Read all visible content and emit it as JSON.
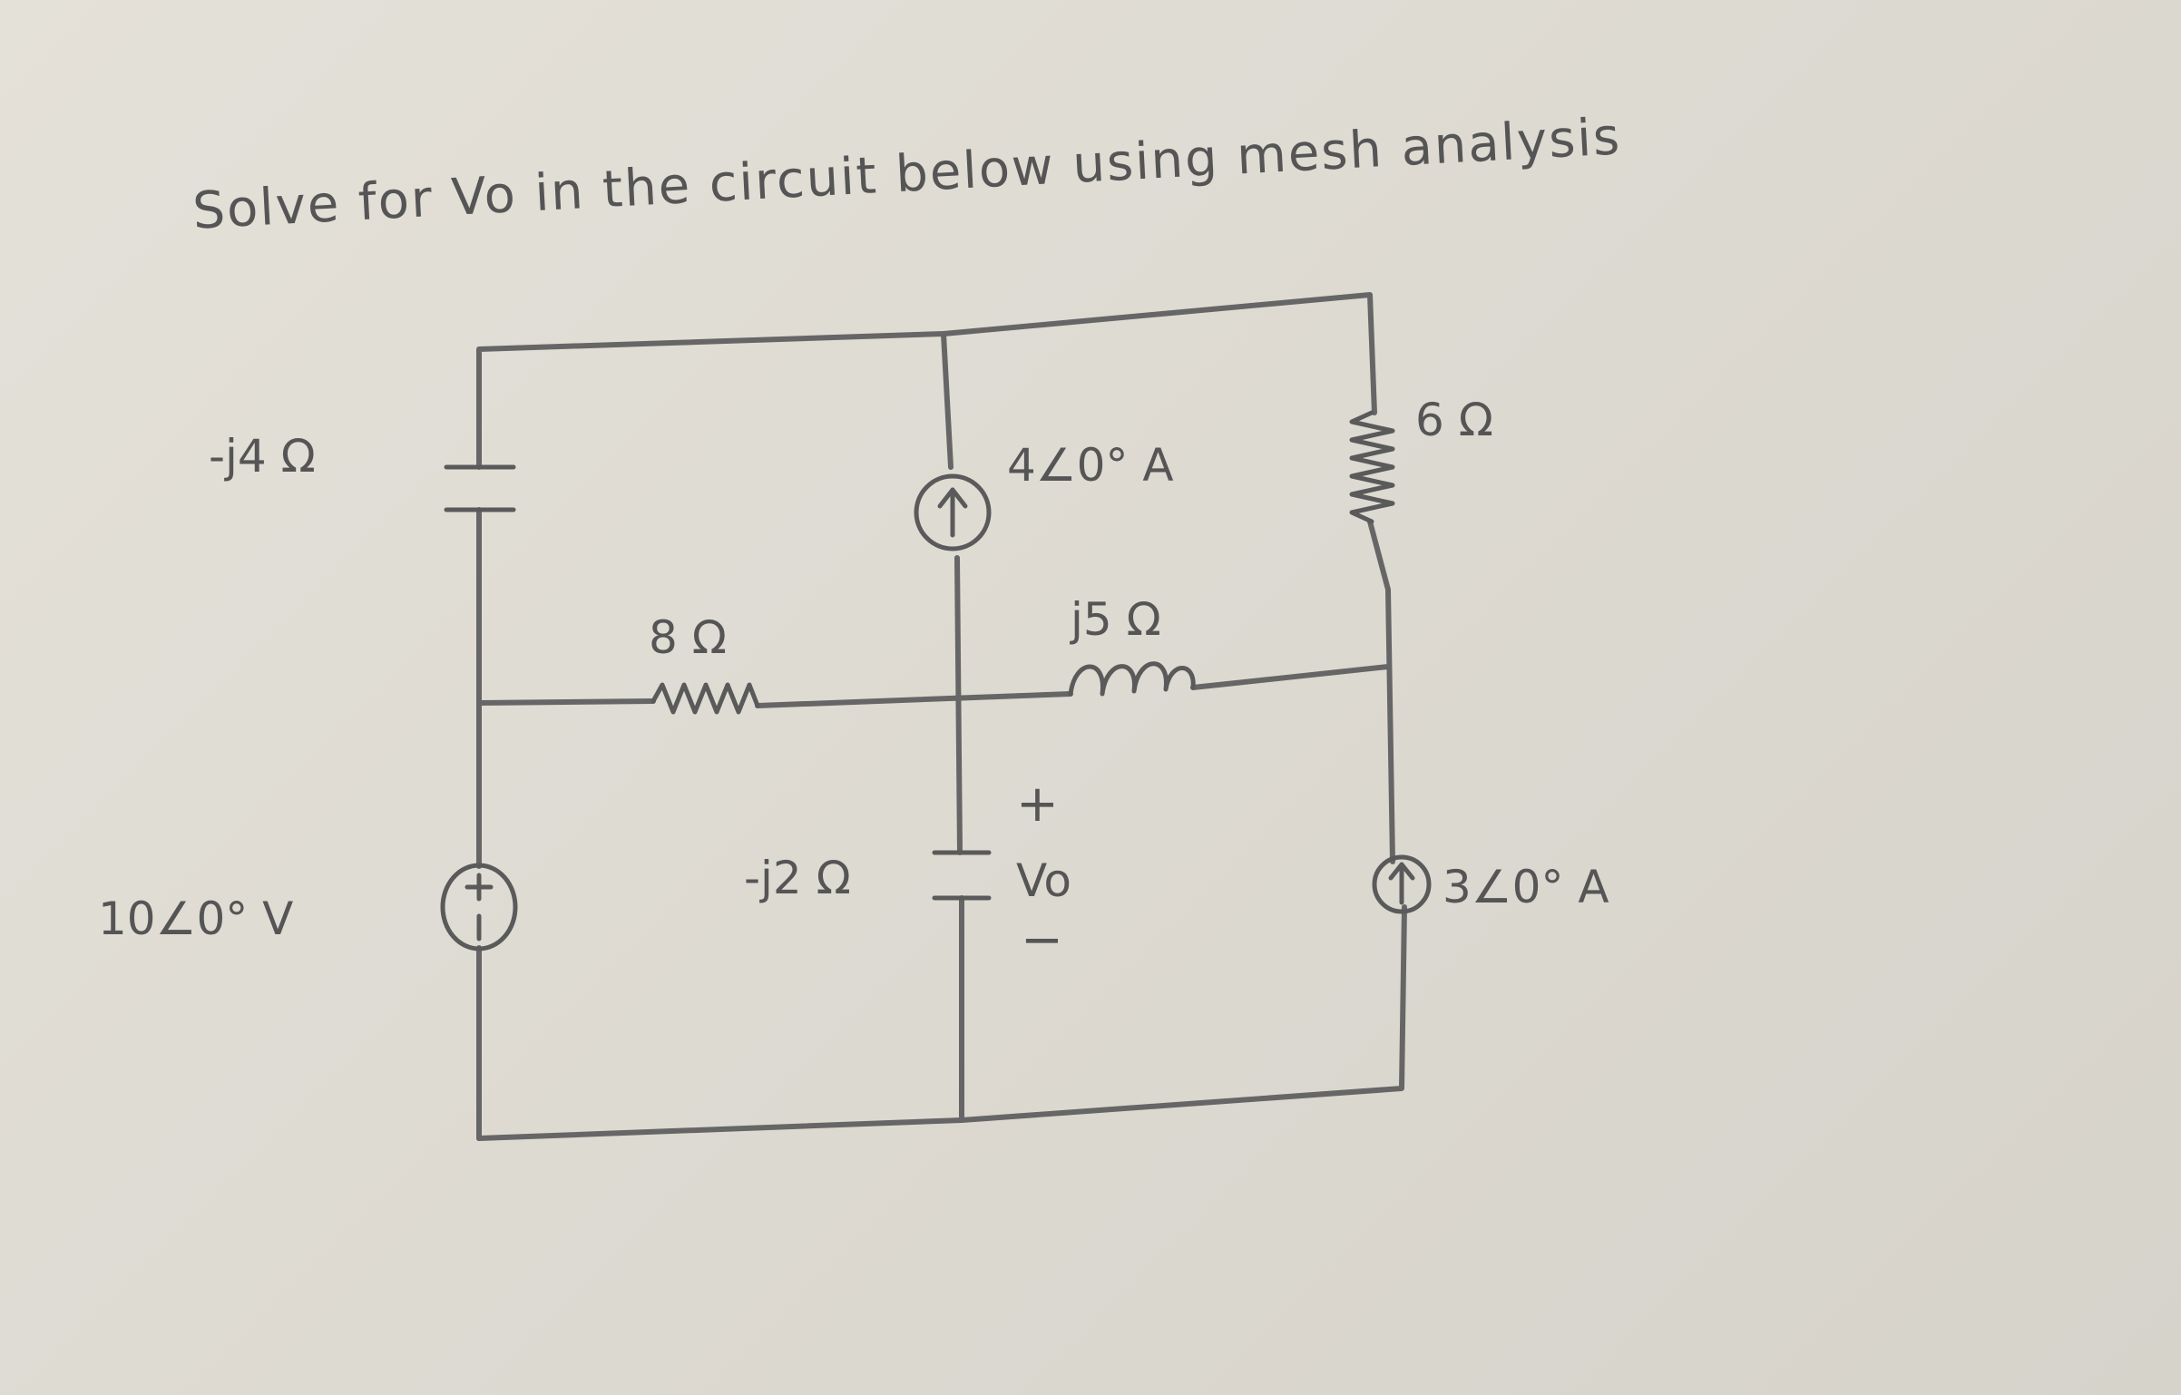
{
  "title": "Solve for Vo in the circuit below using mesh analysis",
  "components": {
    "left_capacitor": "-j4 Ω",
    "voltage_source": "10∠0° V",
    "middle_resistor": "8 Ω",
    "current_source_top": "4∠0° A",
    "right_resistor": "6 Ω",
    "inductor": "j5 Ω",
    "middle_capacitor": "-j2 Ω",
    "output_voltage": "Vo",
    "current_source_right": "3∠0° A"
  },
  "polarity": {
    "plus": "+",
    "minus": "−"
  }
}
